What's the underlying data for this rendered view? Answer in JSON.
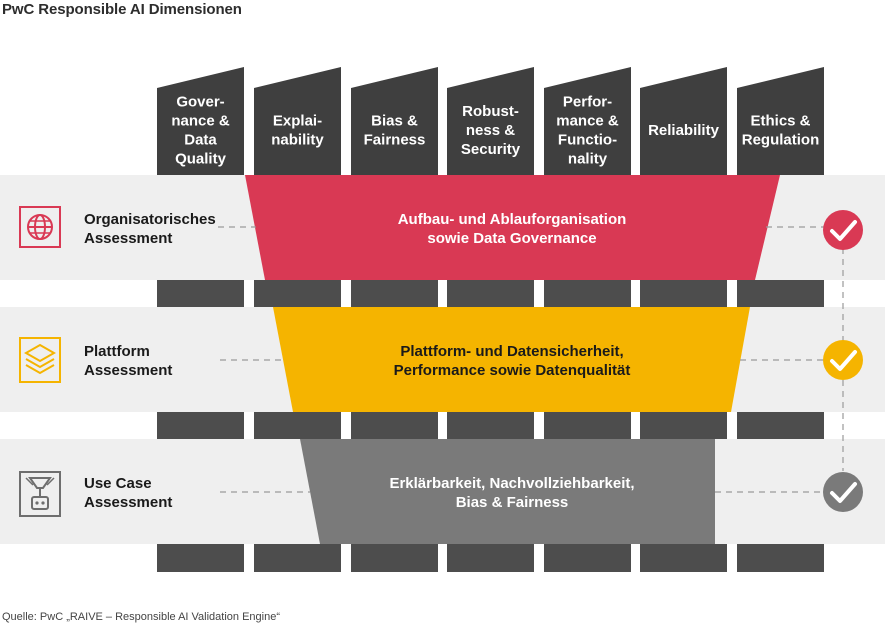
{
  "title": "PwC Responsible AI Dimensionen",
  "source": "Quelle: PwC „RAIVE – Responsible AI Validation Engine“",
  "columns": [
    {
      "lines": [
        "Gover-",
        "nance &",
        "Data",
        "Quality"
      ]
    },
    {
      "lines": [
        "Explai-",
        "nability"
      ]
    },
    {
      "lines": [
        "Bias &",
        "Fairness"
      ]
    },
    {
      "lines": [
        "Robust-",
        "ness &",
        "Security"
      ]
    },
    {
      "lines": [
        "Perfor-",
        "mance &",
        "Functio-",
        "nality"
      ]
    },
    {
      "lines": [
        "Reliability"
      ]
    },
    {
      "lines": [
        "Ethics &",
        "Regulation"
      ]
    }
  ],
  "rows": [
    {
      "label_lines": [
        "Organisatorisches",
        "Assessment"
      ],
      "icon": "globe-icon",
      "band_lines": [
        "Aufbau- und Ablauforganisation",
        "sowie Data Governance"
      ],
      "color": "#d93954",
      "check_color": "#d93954"
    },
    {
      "label_lines": [
        "Plattform",
        "Assessment"
      ],
      "icon": "layers-icon",
      "band_lines": [
        "Plattform- und Datensicherheit,",
        "Performance sowie Datenqualität"
      ],
      "color": "#f5b400",
      "check_color": "#f5b400"
    },
    {
      "label_lines": [
        "Use Case",
        "Assessment"
      ],
      "icon": "funnel-robot-icon",
      "band_lines": [
        "Erklärbarkeit, Nachvollziehbarkeit,",
        "Bias & Fairness"
      ],
      "color": "#7a7a7a",
      "check_color": "#7a7a7a"
    }
  ],
  "colors": {
    "column_dark": "#3f3f3f",
    "column_mid": "#4d4d4d",
    "row_bg": "#efefef",
    "dash": "#9a9a9a"
  }
}
